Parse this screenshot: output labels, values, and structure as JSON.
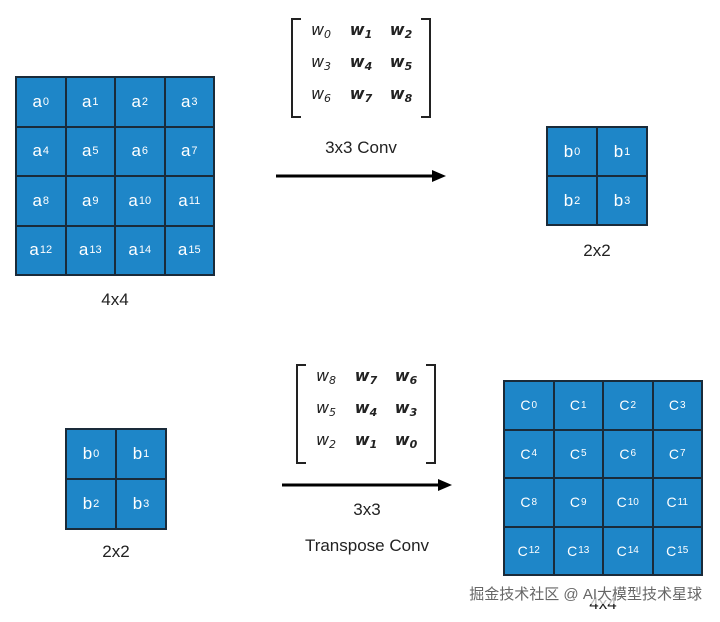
{
  "top": {
    "input": {
      "label": "4x4",
      "cells": [
        {
          "b": "a",
          "s": "0"
        },
        {
          "b": "a",
          "s": "1"
        },
        {
          "b": "a",
          "s": "2"
        },
        {
          "b": "a",
          "s": "3"
        },
        {
          "b": "a",
          "s": "4"
        },
        {
          "b": "a",
          "s": "5"
        },
        {
          "b": "a",
          "s": "6"
        },
        {
          "b": "a",
          "s": "7"
        },
        {
          "b": "a",
          "s": "8"
        },
        {
          "b": "a",
          "s": "9"
        },
        {
          "b": "a",
          "s": "10"
        },
        {
          "b": "a",
          "s": "11"
        },
        {
          "b": "a",
          "s": "12"
        },
        {
          "b": "a",
          "s": "13"
        },
        {
          "b": "a",
          "s": "14"
        },
        {
          "b": "a",
          "s": "15"
        }
      ]
    },
    "kernel": {
      "weights": [
        {
          "b": "w",
          "s": "0"
        },
        {
          "b": "w",
          "s": "1"
        },
        {
          "b": "w",
          "s": "2"
        },
        {
          "b": "w",
          "s": "3"
        },
        {
          "b": "w",
          "s": "4"
        },
        {
          "b": "w",
          "s": "5"
        },
        {
          "b": "w",
          "s": "6"
        },
        {
          "b": "w",
          "s": "7"
        },
        {
          "b": "w",
          "s": "8"
        }
      ]
    },
    "operation_label": "3x3 Conv",
    "output": {
      "label": "2x2",
      "cells": [
        {
          "b": "b",
          "s": "0"
        },
        {
          "b": "b",
          "s": "1"
        },
        {
          "b": "b",
          "s": "2"
        },
        {
          "b": "b",
          "s": "3"
        }
      ]
    }
  },
  "bottom": {
    "input": {
      "label": "2x2",
      "cells": [
        {
          "b": "b",
          "s": "0"
        },
        {
          "b": "b",
          "s": "1"
        },
        {
          "b": "b",
          "s": "2"
        },
        {
          "b": "b",
          "s": "3"
        }
      ]
    },
    "kernel": {
      "weights": [
        {
          "b": "w",
          "s": "8"
        },
        {
          "b": "w",
          "s": "7"
        },
        {
          "b": "w",
          "s": "6"
        },
        {
          "b": "w",
          "s": "5"
        },
        {
          "b": "w",
          "s": "4"
        },
        {
          "b": "w",
          "s": "3"
        },
        {
          "b": "w",
          "s": "2"
        },
        {
          "b": "w",
          "s": "1"
        },
        {
          "b": "w",
          "s": "0"
        }
      ]
    },
    "operation_label_line1": "3x3",
    "operation_label_line2": "Transpose Conv",
    "output": {
      "label": "4x4",
      "cells": [
        {
          "b": "C",
          "s": "0"
        },
        {
          "b": "C",
          "s": "1"
        },
        {
          "b": "C",
          "s": "2"
        },
        {
          "b": "C",
          "s": "3"
        },
        {
          "b": "C",
          "s": "4"
        },
        {
          "b": "C",
          "s": "5"
        },
        {
          "b": "C",
          "s": "6"
        },
        {
          "b": "C",
          "s": "7"
        },
        {
          "b": "C",
          "s": "8"
        },
        {
          "b": "C",
          "s": "9"
        },
        {
          "b": "C",
          "s": "10"
        },
        {
          "b": "C",
          "s": "11"
        },
        {
          "b": "C",
          "s": "12"
        },
        {
          "b": "C",
          "s": "13"
        },
        {
          "b": "C",
          "s": "14"
        },
        {
          "b": "C",
          "s": "15"
        }
      ]
    }
  },
  "watermark": "掘金技术社区 @ AI大模型技术星球"
}
